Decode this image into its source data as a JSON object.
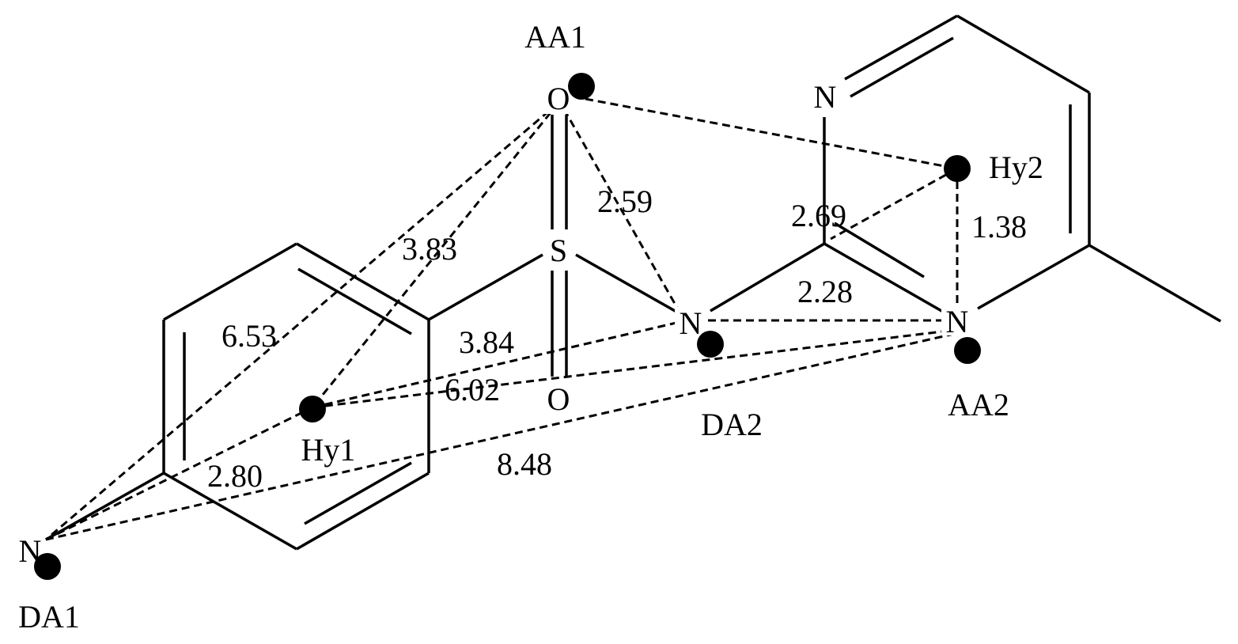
{
  "atoms": {
    "o_top": "O",
    "o_bottom": "O",
    "s": "S",
    "n_sulfonamide": "N",
    "n_ring_top": "N",
    "n_ring_right": "N",
    "n_amine": "N"
  },
  "features": {
    "aa1": "AA1",
    "aa2": "AA2",
    "da1": "DA1",
    "da2": "DA2",
    "hy1": "Hy1",
    "hy2": "Hy2"
  },
  "distances": {
    "d_2_59": "2.59",
    "d_2_69": "2.69",
    "d_1_38": "1.38",
    "d_3_83": "3.83",
    "d_2_28": "2.28",
    "d_6_53": "6.53",
    "d_3_84": "3.84",
    "d_6_02": "6.02",
    "d_2_80": "2.80",
    "d_8_48": "8.48"
  }
}
